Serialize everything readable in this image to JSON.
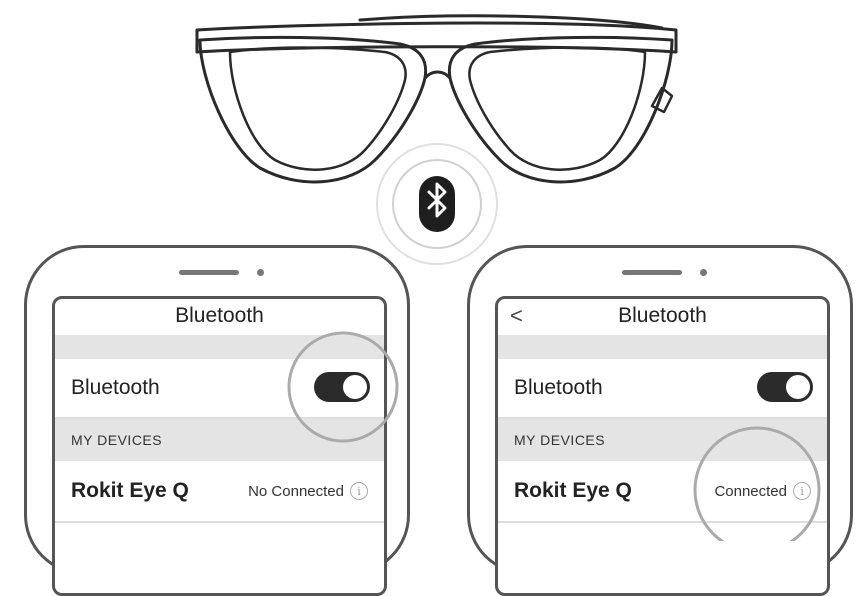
{
  "colors": {
    "outline": "#555555",
    "highlight": "#aaaaaa",
    "toggle_on": "#2b2b2b",
    "section_bg": "#e4e4e4"
  },
  "illustration": {
    "glasses_icon": "glasses-icon",
    "bluetooth_icon": "bluetooth-icon"
  },
  "left_phone": {
    "nav_title": "Bluetooth",
    "bluetooth_label": "Bluetooth",
    "bluetooth_toggle": "on",
    "section_header": "MY DEVICES",
    "device_name": "Rokit Eye Q",
    "device_status": "No Connected",
    "info_glyph": "i"
  },
  "right_phone": {
    "back_glyph": "<",
    "nav_title": "Bluetooth",
    "bluetooth_label": "Bluetooth",
    "bluetooth_toggle": "on",
    "section_header": "MY DEVICES",
    "device_name": "Rokit Eye Q",
    "device_status": "Connected",
    "info_glyph": "i"
  }
}
